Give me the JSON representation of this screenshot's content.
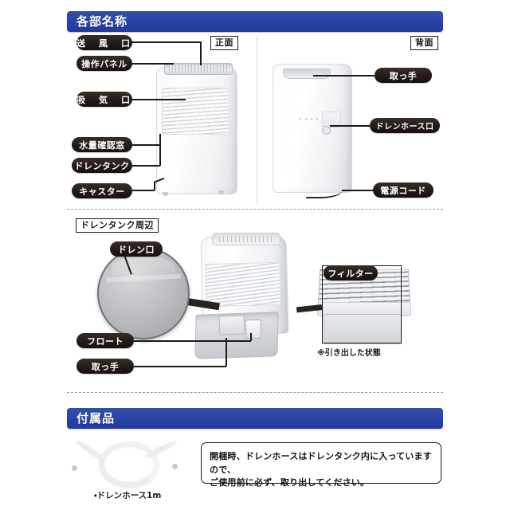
{
  "sections": {
    "parts": {
      "title": "各部名称"
    },
    "accessories": {
      "title": "付属品"
    }
  },
  "views": {
    "front": {
      "box_label": "正面"
    },
    "rear": {
      "box_label": "背面"
    },
    "tank_area": {
      "box_label": "ドレンタンク周辺"
    }
  },
  "callouts": {
    "front": [
      {
        "label": "送　風　口"
      },
      {
        "label": "操作パネル"
      },
      {
        "label": "吸　気　口"
      },
      {
        "label": "水量確認窓"
      },
      {
        "label": "ドレンタンク"
      },
      {
        "label": "キャスター"
      }
    ],
    "rear": [
      {
        "label": "取っ手"
      },
      {
        "label": "ドレンホース口"
      },
      {
        "label": "電源コード"
      }
    ],
    "tank": [
      {
        "label": "ドレン口"
      },
      {
        "label": "フロート"
      },
      {
        "label": "取っ手"
      }
    ],
    "filter": [
      {
        "label": "フィルター"
      }
    ]
  },
  "notes": {
    "filter_state": "※引き出した状態",
    "accessory_caption": "・ドレンホース1m",
    "hose_note_line1": "開梱時、ドレンホースはドレンタンク内に入っていますので、",
    "hose_note_line2": "ご使用前に必ず、取り出してください。"
  },
  "colors": {
    "header_blue": "#2b47b0",
    "callout_black": "#231a16",
    "line_black": "#1b1b1b",
    "background": "#ffffff"
  }
}
